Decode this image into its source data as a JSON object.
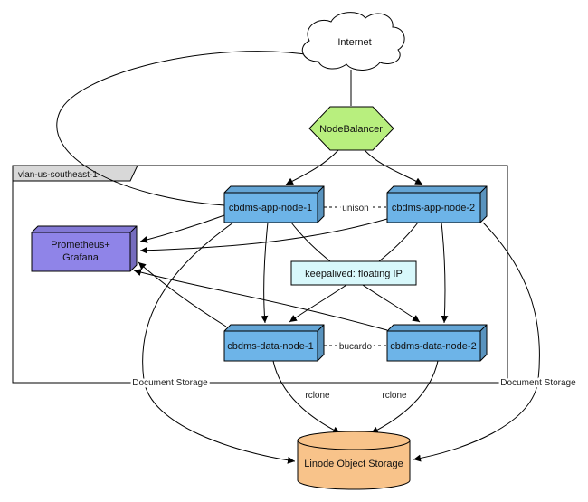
{
  "colors": {
    "node_blue": "#6db4e8",
    "monitor_purple": "#8f84e8",
    "balancer_green": "#b8ef7e",
    "keepalived_cyan": "#d8f8fb",
    "storage_orange": "#f8c38a",
    "tab_gray": "#d8d8d8"
  },
  "nodes": {
    "internet": {
      "label": "Internet",
      "shape": "cloud"
    },
    "nodebalancer": {
      "label": "NodeBalancer",
      "shape": "hexagon"
    },
    "vlan": {
      "label": "vlan-us-southeast-1",
      "shape": "container"
    },
    "app_node_1": {
      "label": "cbdms-app-node-1",
      "shape": "box3d"
    },
    "app_node_2": {
      "label": "cbdms-app-node-2",
      "shape": "box3d"
    },
    "monitoring": {
      "label_line1": "Prometheus+",
      "label_line2": "Grafana",
      "shape": "box3d"
    },
    "keepalived": {
      "label": "keepalived: floating IP",
      "shape": "box"
    },
    "data_node_1": {
      "label": "cbdms-data-node-1",
      "shape": "box3d"
    },
    "data_node_2": {
      "label": "cbdms-data-node-2",
      "shape": "box3d"
    },
    "object_storage": {
      "label": "Linode Object Storage",
      "shape": "cylinder"
    }
  },
  "edge_labels": {
    "unison": "unison",
    "bucardo": "bucardo",
    "rclone_left": "rclone",
    "rclone_right": "rclone",
    "document_storage_left": "Document Storage",
    "document_storage_right": "Document Storage"
  }
}
